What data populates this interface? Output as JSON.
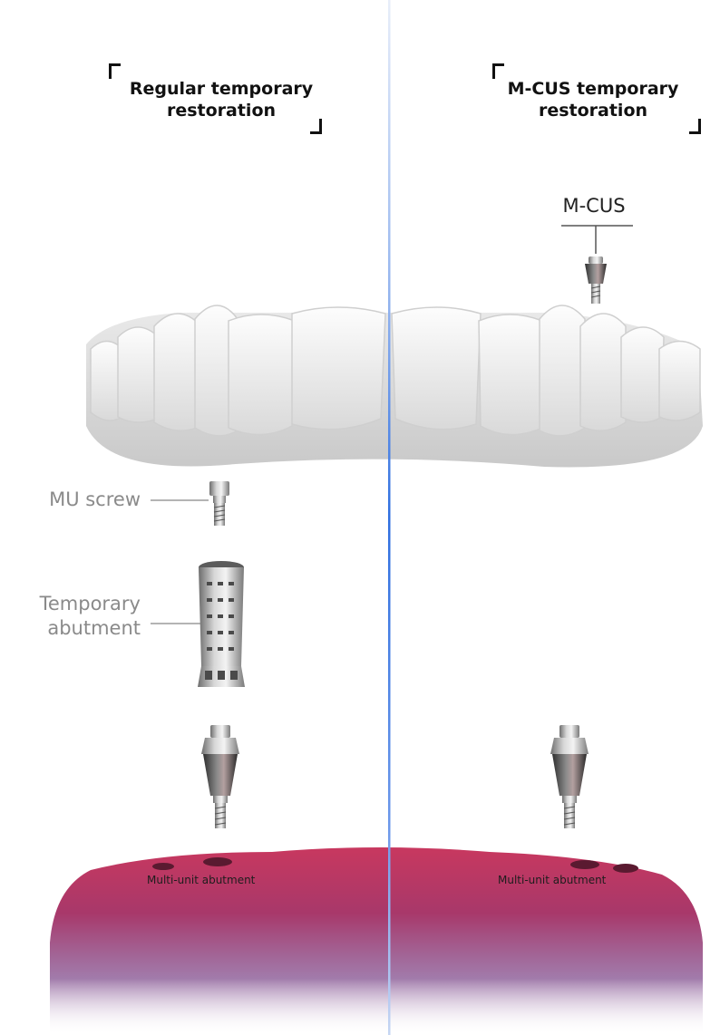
{
  "left_panel": {
    "title_line1": "Regular temporary",
    "title_line2": "restoration",
    "labels": {
      "mu_screw": "MU screw",
      "temporary_abutment_line1": "Temporary",
      "temporary_abutment_line2": "abutment",
      "multi_unit_abutment": "Multi-unit abutment"
    }
  },
  "right_panel": {
    "title_line1": "M-CUS temporary",
    "title_line2": "restoration",
    "labels": {
      "m_cus": "M-CUS",
      "multi_unit_abutment": "Multi-unit abutment"
    }
  },
  "colors": {
    "divider": "#3b82f6",
    "gum": "#b23a62",
    "teeth": "#efefef",
    "title_text": "#111111",
    "label_text": "#8a8a8a"
  }
}
